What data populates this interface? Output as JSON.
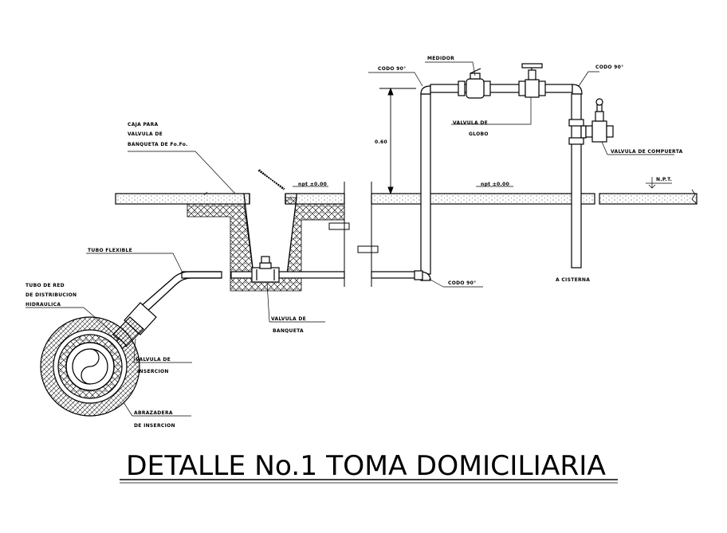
{
  "title": "DETALLE No.1  TOMA DOMICILIARIA",
  "labels": {
    "caja_para_1": "CAJA PARA",
    "caja_para_2": "VALVULA DE",
    "caja_para_3": "BANQUETA DE Fo.Fo.",
    "npt_left": "npt ±0.00",
    "npt_right": "npt ±0.00",
    "npt_far": "N.P.T.",
    "height_dim": "0.60",
    "codo_top_left": "CODO 90°",
    "medidor": "MEDIDOR",
    "codo_top_right": "CODO 90°",
    "valvula_globo_1": "VALVULA DE",
    "valvula_globo_2": "GLOBO",
    "valvula_compuerta": "VALVULA DE COMPUERTA",
    "codo_bottom": "CODO 90°",
    "a_cisterna": "A CISTERNA",
    "tubo_flexible": "TUBO FLEXIBLE",
    "tubo_red_1": "TUBO DE RED",
    "tubo_red_2": "DE DISTRIBUCION",
    "tubo_red_3": "HIDRAULICA",
    "valvula_banqueta_1": "VALVULA DE",
    "valvula_banqueta_2": "BANQUETA",
    "valvula_insercion_1": "VALVULA DE",
    "valvula_insercion_2": "INSERCION",
    "abrazadera_1": "ABRAZADERA",
    "abrazadera_2": "DE INSERCION"
  },
  "colors": {
    "line": "#000000",
    "background": "#ffffff"
  }
}
